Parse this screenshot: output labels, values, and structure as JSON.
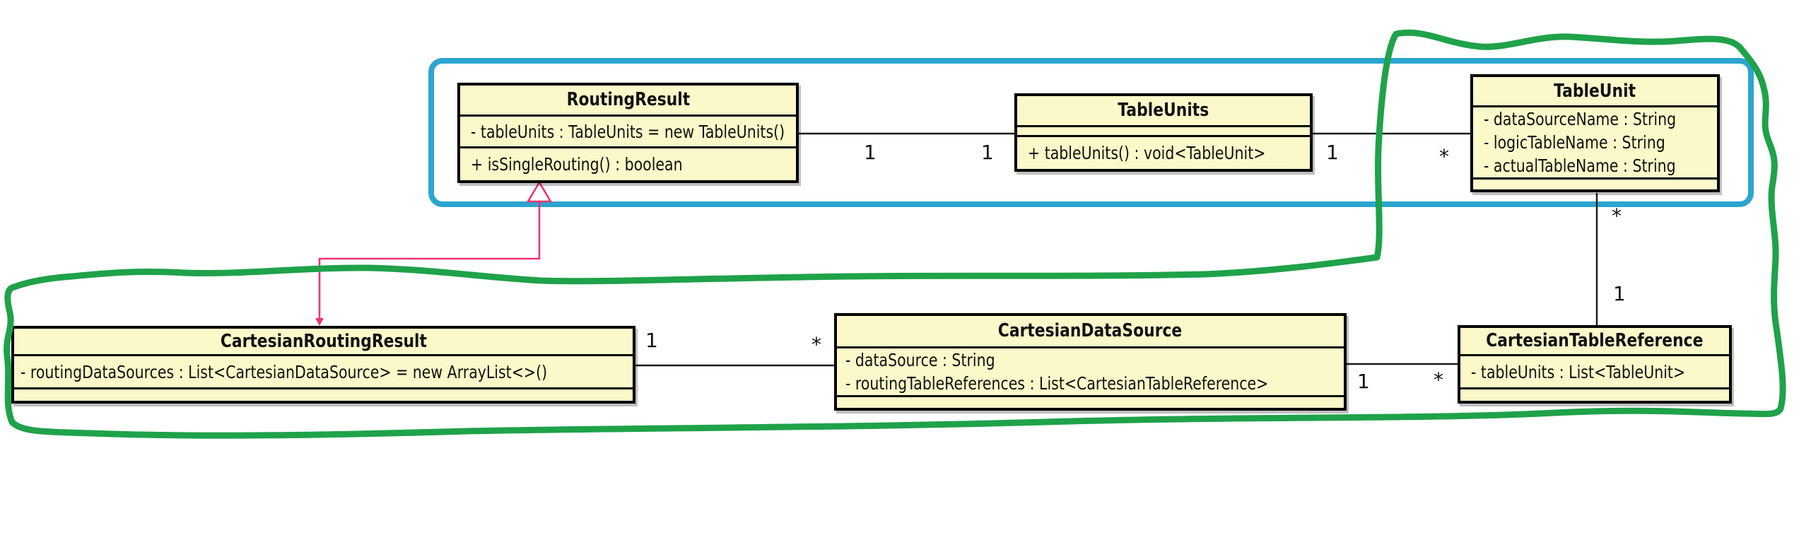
{
  "diagram": {
    "classes": [
      {
        "name": "RoutingResult",
        "attributes": [
          "- tableUnits : TableUnits = new TableUnits()"
        ],
        "methods": [
          "+ isSingleRouting() : boolean"
        ]
      },
      {
        "name": "TableUnits",
        "attributes": [],
        "methods": [
          "+ tableUnits() : void<TableUnit>"
        ]
      },
      {
        "name": "TableUnit",
        "attributes": [
          "- dataSourceName : String",
          "- logicTableName : String",
          "- actualTableName : String"
        ],
        "methods": []
      },
      {
        "name": "CartesianRoutingResult",
        "attributes": [
          "- routingDataSources : List<CartesianDataSource> = new ArrayList<>()"
        ],
        "methods": []
      },
      {
        "name": "CartesianDataSource",
        "attributes": [
          "- dataSource : String",
          "- routingTableReferences : List<CartesianTableReference>"
        ],
        "methods": []
      },
      {
        "name": "CartesianTableReference",
        "attributes": [
          "- tableUnits : List<TableUnit>"
        ],
        "methods": []
      }
    ],
    "associations": [
      {
        "from": "RoutingResult",
        "to": "TableUnits",
        "from_label": "1",
        "to_label": "1"
      },
      {
        "from": "TableUnits",
        "to": "TableUnit",
        "from_label": "1",
        "to_label": "*"
      },
      {
        "from": "TableUnit",
        "to": "CartesianTableReference",
        "from_label": "*",
        "to_label": "1"
      },
      {
        "from": "CartesianRoutingResult",
        "to": "CartesianDataSource",
        "from_label": "1",
        "to_label": "*"
      },
      {
        "from": "CartesianDataSource",
        "to": "CartesianTableReference",
        "from_label": "1",
        "to_label": "*"
      }
    ],
    "inheritance": {
      "child": "CartesianRoutingResult",
      "parent": "RoutingResult"
    }
  },
  "colors": {
    "highlight_cyan": "#2ba5ce",
    "annotation_green": "#1fa24a",
    "inheritance_pink": "#ee3370",
    "class_fill": "#fbf9c9",
    "line_black": "#1a1a1a"
  }
}
